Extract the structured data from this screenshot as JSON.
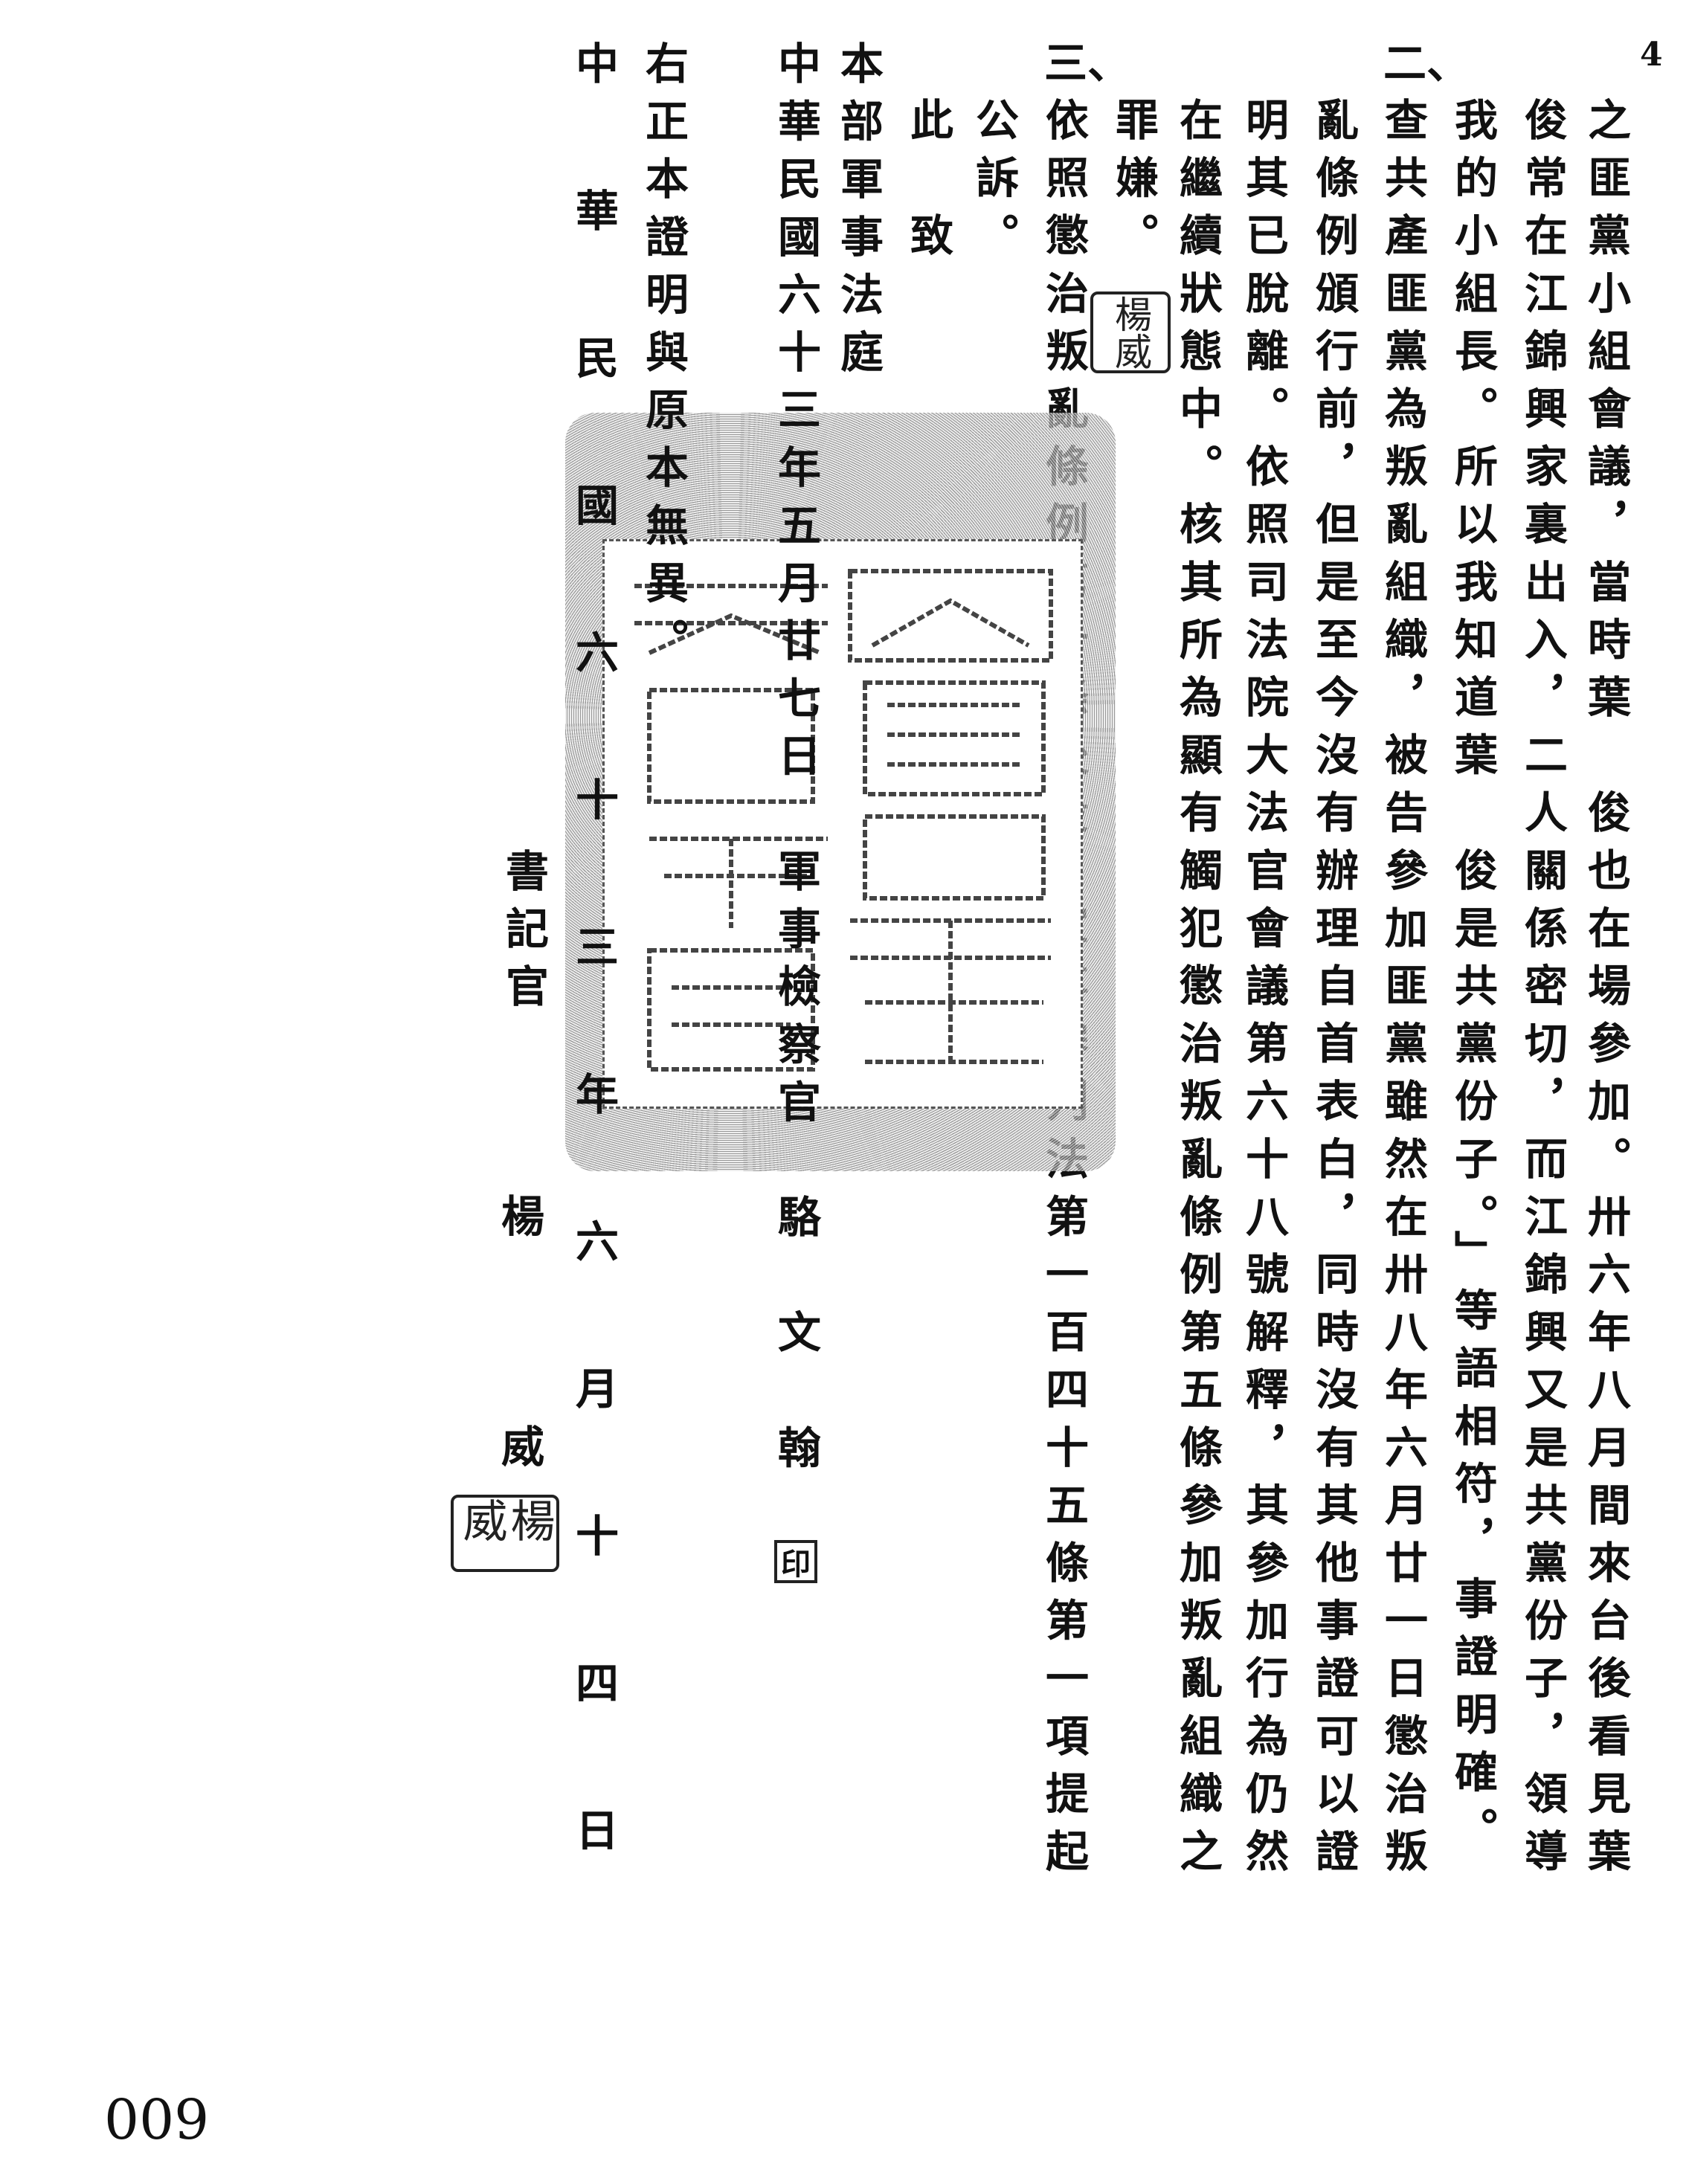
{
  "page_marks": {
    "corner": "4",
    "page_number": "009"
  },
  "section_markers": [
    "二、",
    "三、"
  ],
  "text_columns": [
    "之匪黨小組會議，當時葉　俊也在場參加。卅六年八月間來台後看見葉",
    "俊常在江錦興家裏出入，二人關係密切，而江錦興又是共黨份子，領導",
    "我的小組長。所以我知道葉　俊是共黨份子。」等語相符，事證明確。",
    "查共產匪黨為叛亂組織，被告參加匪黨雖然在卅八年六月廿一日懲治叛",
    "亂條例頒行前，但是至今沒有辦理自首表白，同時沒有其他事證可以證",
    "明其已脫離。依照司法院大法官會議第六十八號解釋，其參加行為仍然",
    "在繼續狀態中。核其所為顯有觸犯懲治叛亂條例第五條參加叛亂組織之",
    "罪嫌。",
    "依照懲治叛亂條例第十條後段，軍事審判法第一百四十五條第一項提起",
    "公訴。"
  ],
  "closing": {
    "salutation": "此　致",
    "addressee": "本部軍事法庭",
    "date": "中華民國六十三年五月廿七日",
    "prosecutor_title": "軍事檢察官",
    "prosecutor_name": "駱　文　翰",
    "seal_mark": "印"
  },
  "certification": {
    "statement": "右正本證明與原本無異。",
    "date": "中華民國六十三年六月十四日",
    "clerk_title": "書記官",
    "clerk_surname": "楊",
    "clerk_given_name": "威",
    "clerk_seal": "楊威"
  }
}
